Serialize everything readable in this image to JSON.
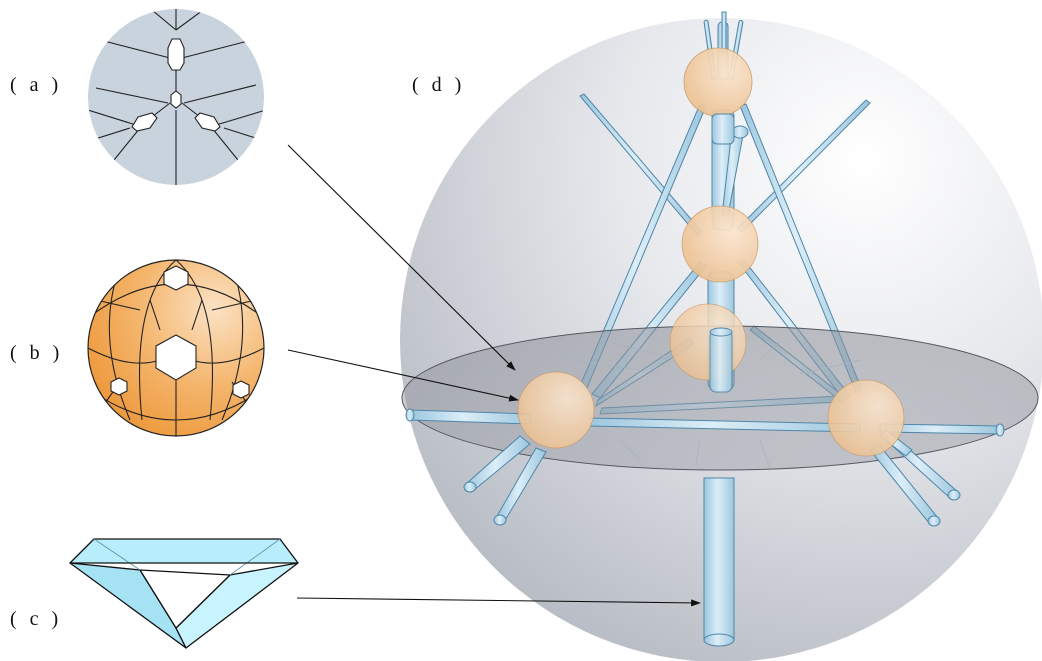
{
  "labels": {
    "a": "( a )",
    "b": "( b )",
    "c": "( c )",
    "d": "( d )"
  },
  "colors": {
    "slice_fill": "#c9d3dd",
    "grain_fill": "#f2a652",
    "prism_fill": "#a8e8f8",
    "rod_fill": "#bcdced",
    "rod_stroke": "#5a8fb0",
    "sphere_shade": "#bfc3ca",
    "node_fill": "#f3c89a",
    "line": "#111111"
  }
}
